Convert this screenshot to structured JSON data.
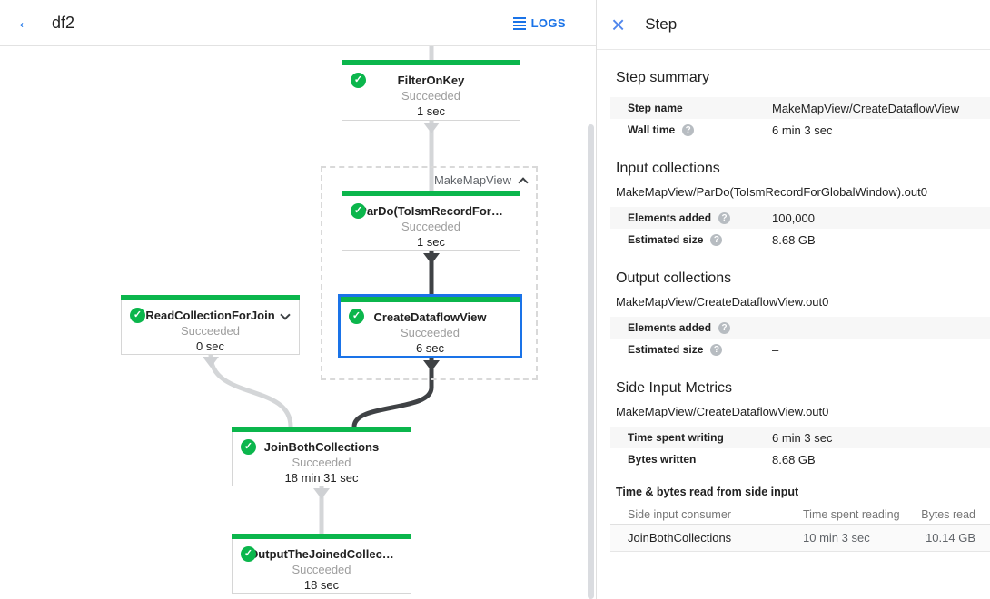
{
  "topbar": {
    "title": "df2",
    "logs_label": "LOGS"
  },
  "panel": {
    "title": "Step",
    "step_summary": {
      "heading": "Step summary",
      "rows": [
        {
          "label": "Step name",
          "value": "MakeMapView/CreateDataflowView"
        },
        {
          "label": "Wall time",
          "value": "6 min 3 sec"
        }
      ]
    },
    "input_collections": {
      "heading": "Input collections",
      "collection": "MakeMapView/ParDo(ToIsmRecordForGlobalWindow).out0",
      "rows": [
        {
          "label": "Elements added",
          "value": "100,000"
        },
        {
          "label": "Estimated size",
          "value": "8.68 GB"
        }
      ]
    },
    "output_collections": {
      "heading": "Output collections",
      "collection": "MakeMapView/CreateDataflowView.out0",
      "rows": [
        {
          "label": "Elements added",
          "value": "–"
        },
        {
          "label": "Estimated size",
          "value": "–"
        }
      ]
    },
    "side_input_metrics": {
      "heading": "Side Input Metrics",
      "collection": "MakeMapView/CreateDataflowView.out0",
      "rows": [
        {
          "label": "Time spent writing",
          "value": "6 min 3 sec"
        },
        {
          "label": "Bytes written",
          "value": "8.68 GB"
        }
      ]
    },
    "side_input_table": {
      "heading": "Time & bytes read from side input",
      "columns": [
        "Side input consumer",
        "Time spent reading",
        "Bytes read"
      ],
      "rows": [
        {
          "consumer": "JoinBothCollections",
          "time": "10 min 3 sec",
          "bytes": "10.14 GB"
        }
      ]
    }
  },
  "graph": {
    "group": {
      "label": "MakeMapView"
    },
    "nodes": {
      "filter_on_key": {
        "title": "FilterOnKey",
        "status": "Succeeded",
        "time": "1 sec"
      },
      "pardo": {
        "title": "ParDo(ToIsmRecordFor…",
        "status": "Succeeded",
        "time": "1 sec"
      },
      "read_collection": {
        "title": "ReadCollectionForJoin",
        "status": "Succeeded",
        "time": "0 sec"
      },
      "create_dataflow_view": {
        "title": "CreateDataflowView",
        "status": "Succeeded",
        "time": "6 sec"
      },
      "join_both": {
        "title": "JoinBothCollections",
        "status": "Succeeded",
        "time": "18 min 31 sec"
      },
      "output_joined": {
        "title": "OutputTheJoinedCollec…",
        "status": "Succeeded",
        "time": "18 sec"
      }
    }
  },
  "icons": {
    "back": "←",
    "close": "×",
    "check": "✓",
    "help": "?"
  },
  "colors": {
    "green": "#0bb64c",
    "accent_blue": "#1a73e8",
    "selected_border": "#1a73e8",
    "edge_dark": "#3f4245",
    "edge_light": "#d4d6d8"
  }
}
